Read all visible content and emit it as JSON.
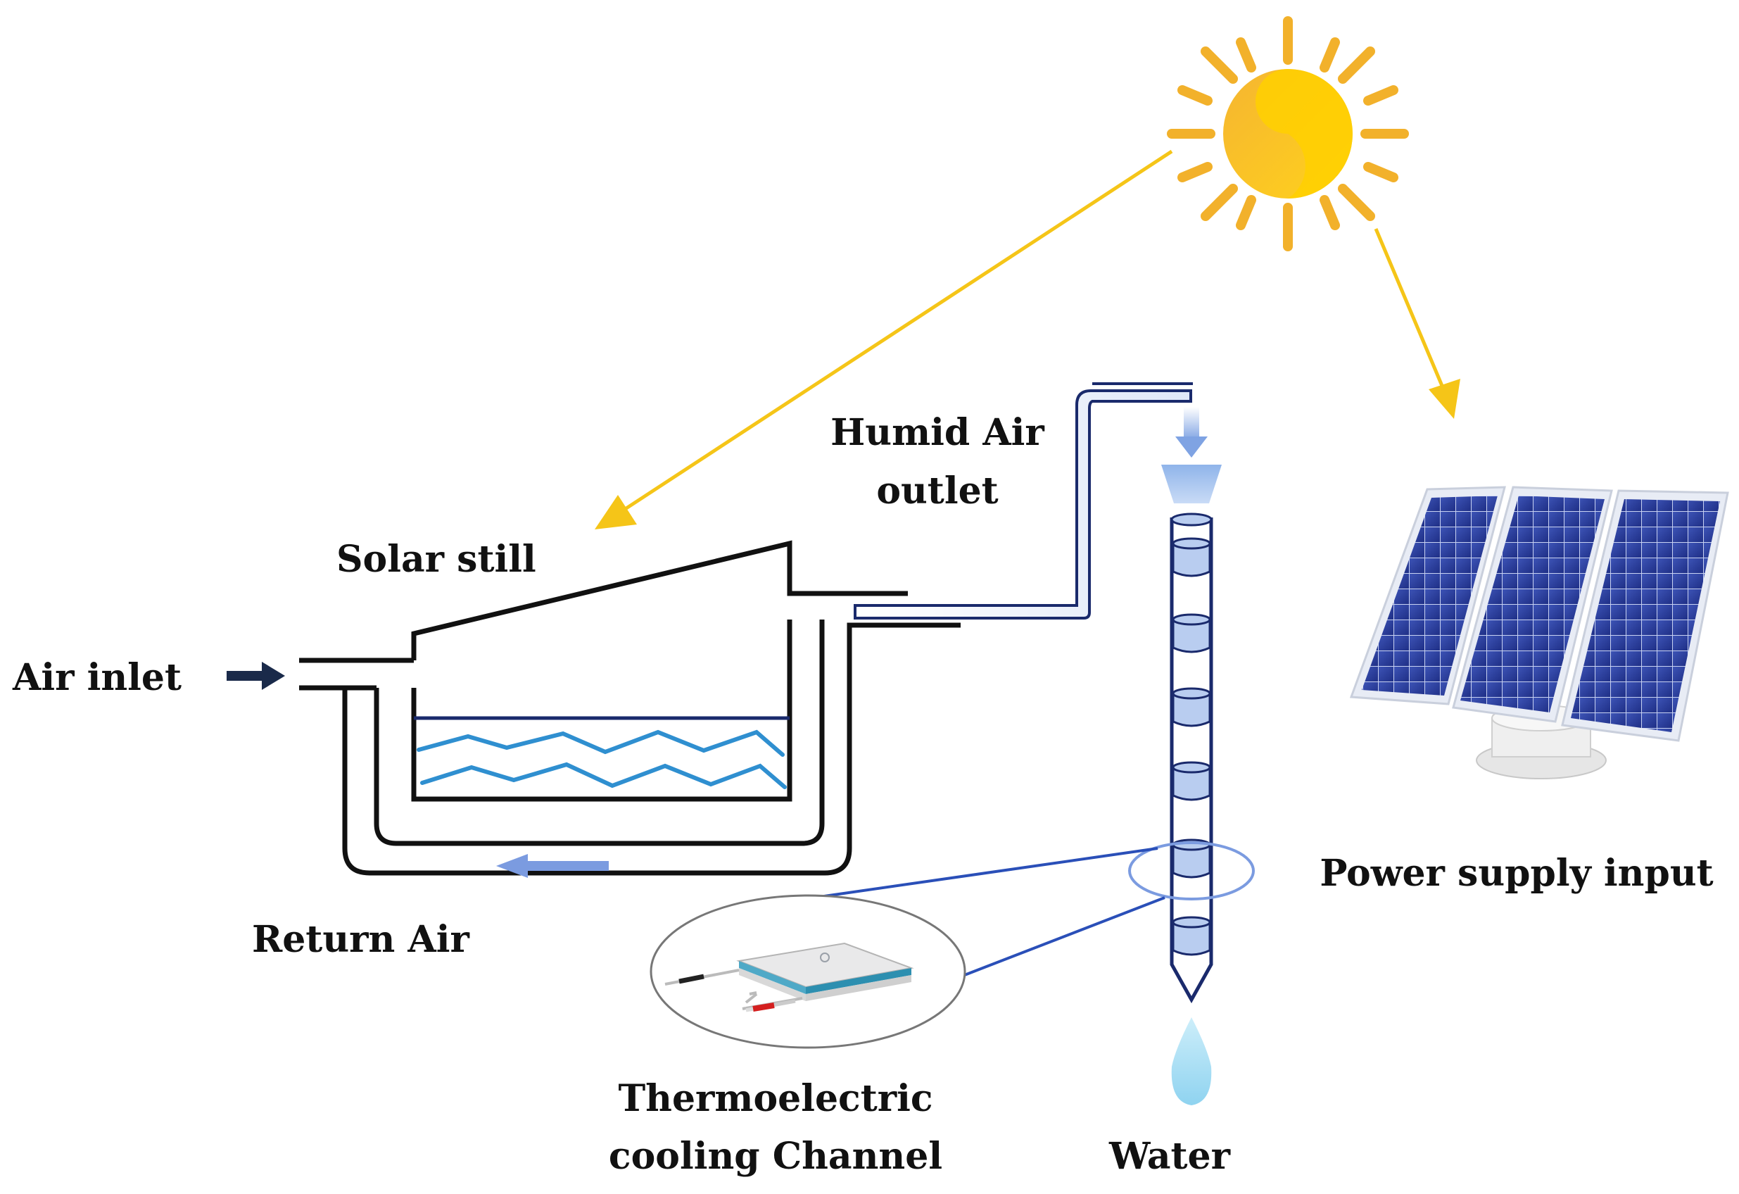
{
  "labels": {
    "air_inlet": "Air inlet",
    "solar_still": "Solar still",
    "humid_air_line1": "Humid Air",
    "humid_air_line2": "outlet",
    "return_air": "Return Air",
    "thermo_line1": "Thermoelectric",
    "thermo_line2": "cooling Channel",
    "water": "Water",
    "power_supply": "Power supply input"
  },
  "colors": {
    "sun_ray_arrow": "#f5c518",
    "sun_core": "#f7c21e",
    "sun_rays": "#f2b12b",
    "duct_outline": "#111111",
    "pipe_outline": "#1a2a6c",
    "water_wave": "#2f8fd0",
    "water_surface": "#1a2a6c",
    "return_arrow": "#7b9be0",
    "callout_line": "#2a4fb8",
    "channel_fill": "#b9cdf0",
    "drop_fill": "#a8dcf2",
    "panel_cell": "#2b3f9e"
  },
  "icons": {
    "sun": "sun-icon",
    "solar_panel": "solar-panel-icon",
    "peltier_module": "thermoelectric-module-icon",
    "water_drop": "water-drop-icon"
  }
}
